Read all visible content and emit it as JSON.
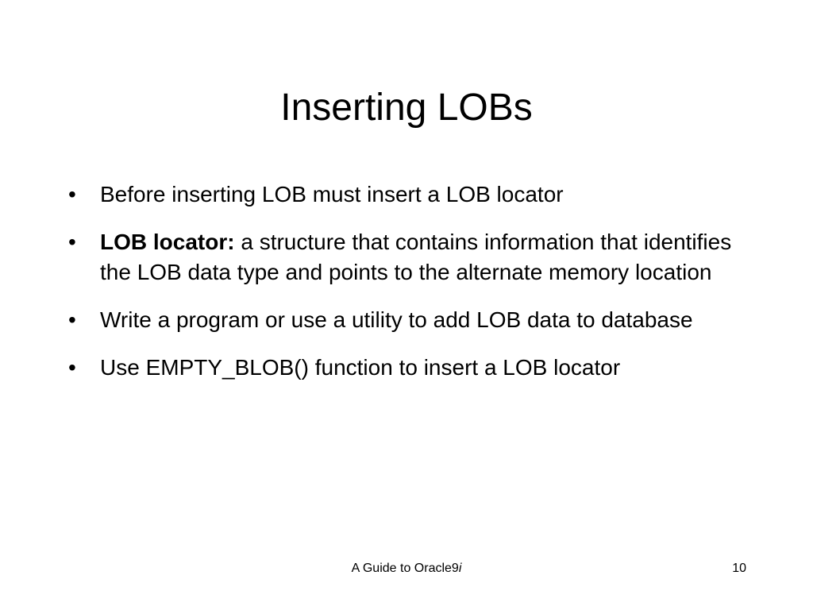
{
  "slide": {
    "title": "Inserting LOBs",
    "bullets": [
      {
        "term": "",
        "text": "Before inserting LOB must insert a LOB locator"
      },
      {
        "term": "LOB locator:",
        "text": " a structure that contains information that identifies the LOB data type and points to the alternate memory location"
      },
      {
        "term": "",
        "text": "Write a program or use a utility to add LOB data to database"
      },
      {
        "term": "",
        "text": "Use EMPTY_BLOB() function to insert a LOB locator"
      }
    ],
    "bullet_symbol": "•",
    "footer": {
      "text_main": "A Guide to Oracle9",
      "text_italic": "i",
      "page_number": "10"
    }
  }
}
